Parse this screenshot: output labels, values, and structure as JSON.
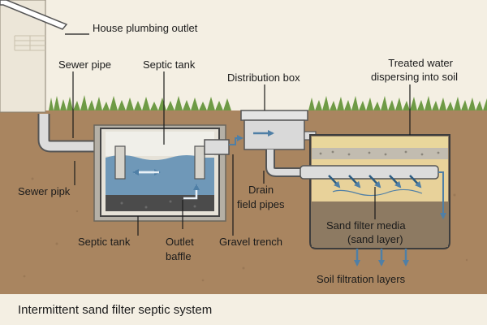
{
  "labels": {
    "house_plumbing_outlet": "House plumbing outlet",
    "sewer_pipe_top": "Sewer pipe",
    "septic_tank_top": "Septic tank",
    "distribution_box": "Distribution box",
    "treated_water_1": "Treated water",
    "treated_water_2": "dispersing into soil",
    "sewer_pipe_left": "Sewer pipk",
    "septic_tank_bottom": "Septic tank",
    "outlet_baffle_1": "Outlet",
    "outlet_baffle_2": "baffle",
    "drain_field_1": "Drain",
    "drain_field_2": "field pipes",
    "gravel_trench": "Gravel trench",
    "sand_filter_1": "Sand filter media",
    "sand_filter_2": "(sand layer)",
    "soil_filtration": "Soil filtration layers"
  },
  "caption": "Intermittent sand filter septic system",
  "colors": {
    "sky": "#f4efe3",
    "soil": "#a98560",
    "grass": "#6e9a45",
    "water": "#6f98b8",
    "sludge": "#4b4b4b",
    "pipe": "#d8d8d8",
    "arrow": "#4f7fa6",
    "sand": "#e8d29a",
    "gravel": "#b5b0a6"
  }
}
